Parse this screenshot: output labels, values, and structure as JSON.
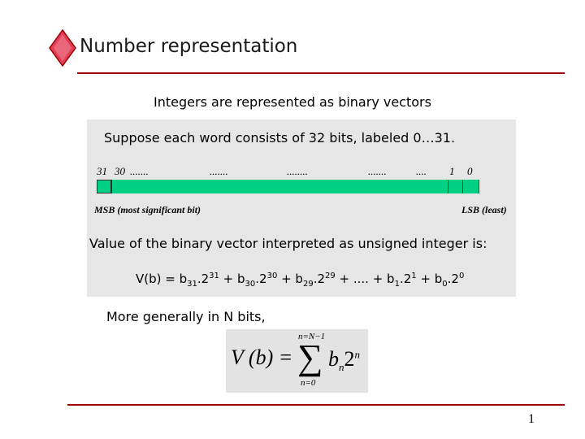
{
  "slide": {
    "title": "Number representation",
    "subtitle": "Integers are represented as binary vectors",
    "page_number": "1"
  },
  "panel": {
    "suppose": "Suppose each word consists of 32 bits, labeled 0…31.",
    "bit_labels": [
      "31",
      "30",
      ".......",
      ".......",
      "........",
      ".......",
      "....",
      "1",
      "0"
    ],
    "msb_label": "MSB   (most significant bit)",
    "lsb_label": "LSB (least)",
    "value_text": "Value of the binary vector interpreted as unsigned integer is:",
    "formula": {
      "lhs": "V(b) = b",
      "t1_sub": "31",
      "t1_mid": ".2",
      "t1_sup": "31",
      "plus1": " + b",
      "t2_sub": "30",
      "t2_mid": ".2",
      "t2_sup": "30",
      "plus2": " + b",
      "t3_sub": "29",
      "t3_mid": ".2",
      "t3_sup": "29",
      "dots": " + .... + b",
      "t4_sub": "1",
      "t4_mid": ".2",
      "t4_sup": "1",
      "plus4": " + b",
      "t5_sub": "0",
      "t5_mid": ".2",
      "t5_sup": "0"
    }
  },
  "general": {
    "text": "More generally in N bits,",
    "sum": {
      "lhs": "V (b) =",
      "upper": "n=N−1",
      "sigma": "∑",
      "lower": "n=0",
      "term_b": "b",
      "term_b_sub": "n",
      "term_2": "2",
      "term_2_sup": "n"
    }
  },
  "colors": {
    "accent": "#a00000",
    "bit_bar": "#00d084",
    "panel": "#e6e6e6"
  }
}
